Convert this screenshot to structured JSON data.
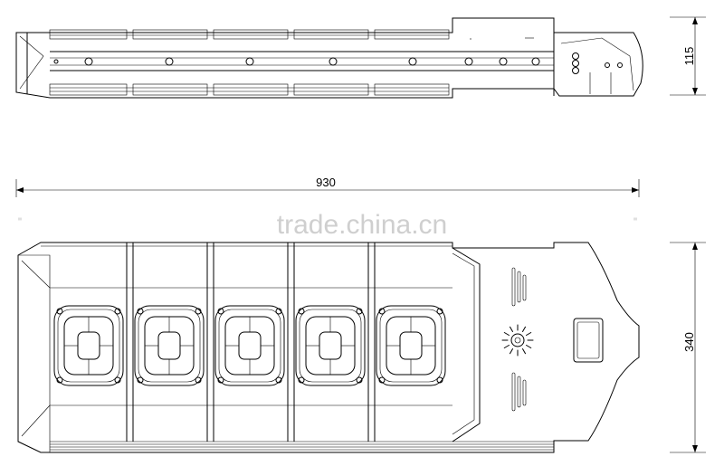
{
  "dimensions": {
    "height_side": "115",
    "length": "930",
    "width": "340"
  },
  "watermark": "trade.china.cn",
  "led_module_count": 5,
  "colors": {
    "line": "#000000",
    "watermark": "#cfcfcf",
    "background": "#ffffff"
  }
}
